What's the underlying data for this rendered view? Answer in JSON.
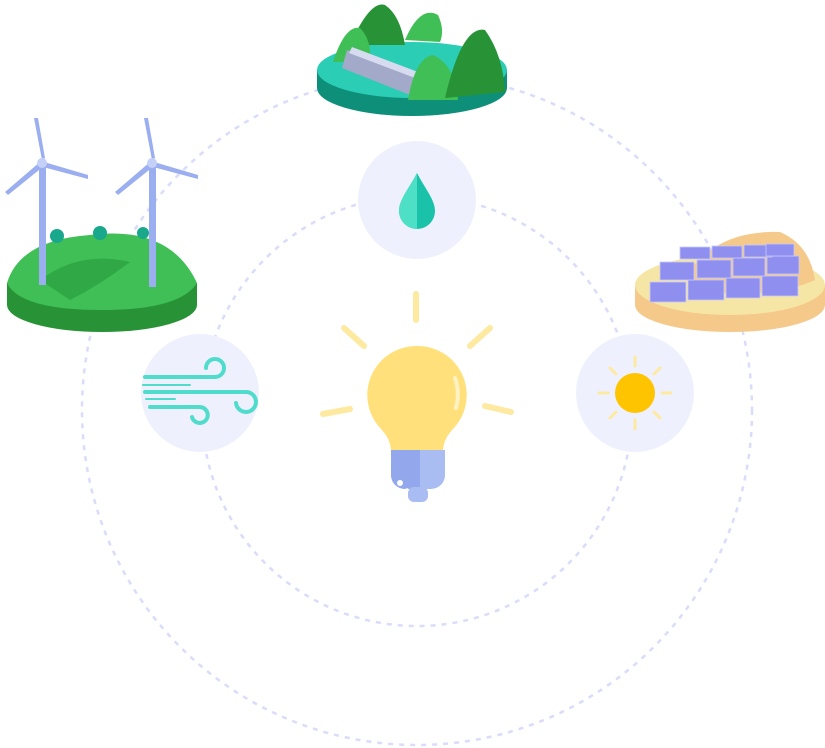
{
  "colors": {
    "orbit_dash": "#d9dcfb",
    "node_bg": "#eef1fd",
    "bulb_glass": "#ffe07a",
    "bulb_rays": "#fde9a0",
    "bulb_base": "#a9bdf3",
    "water": "#2ccdb5",
    "wind": "#4fdccc",
    "sun": "#ffc400",
    "grass": "#3fbf55",
    "grass_dark": "#279336",
    "turbine": "#9aaef0",
    "sand": "#f6e6a6",
    "panel": "#8f8ff0"
  },
  "icons": {
    "center": "light-bulb-icon",
    "top": "water-drop-icon",
    "left": "wind-icon",
    "right": "sun-icon",
    "top_scene": "hydro-dam-island",
    "left_scene": "wind-farm-island",
    "right_scene": "solar-farm-island"
  }
}
